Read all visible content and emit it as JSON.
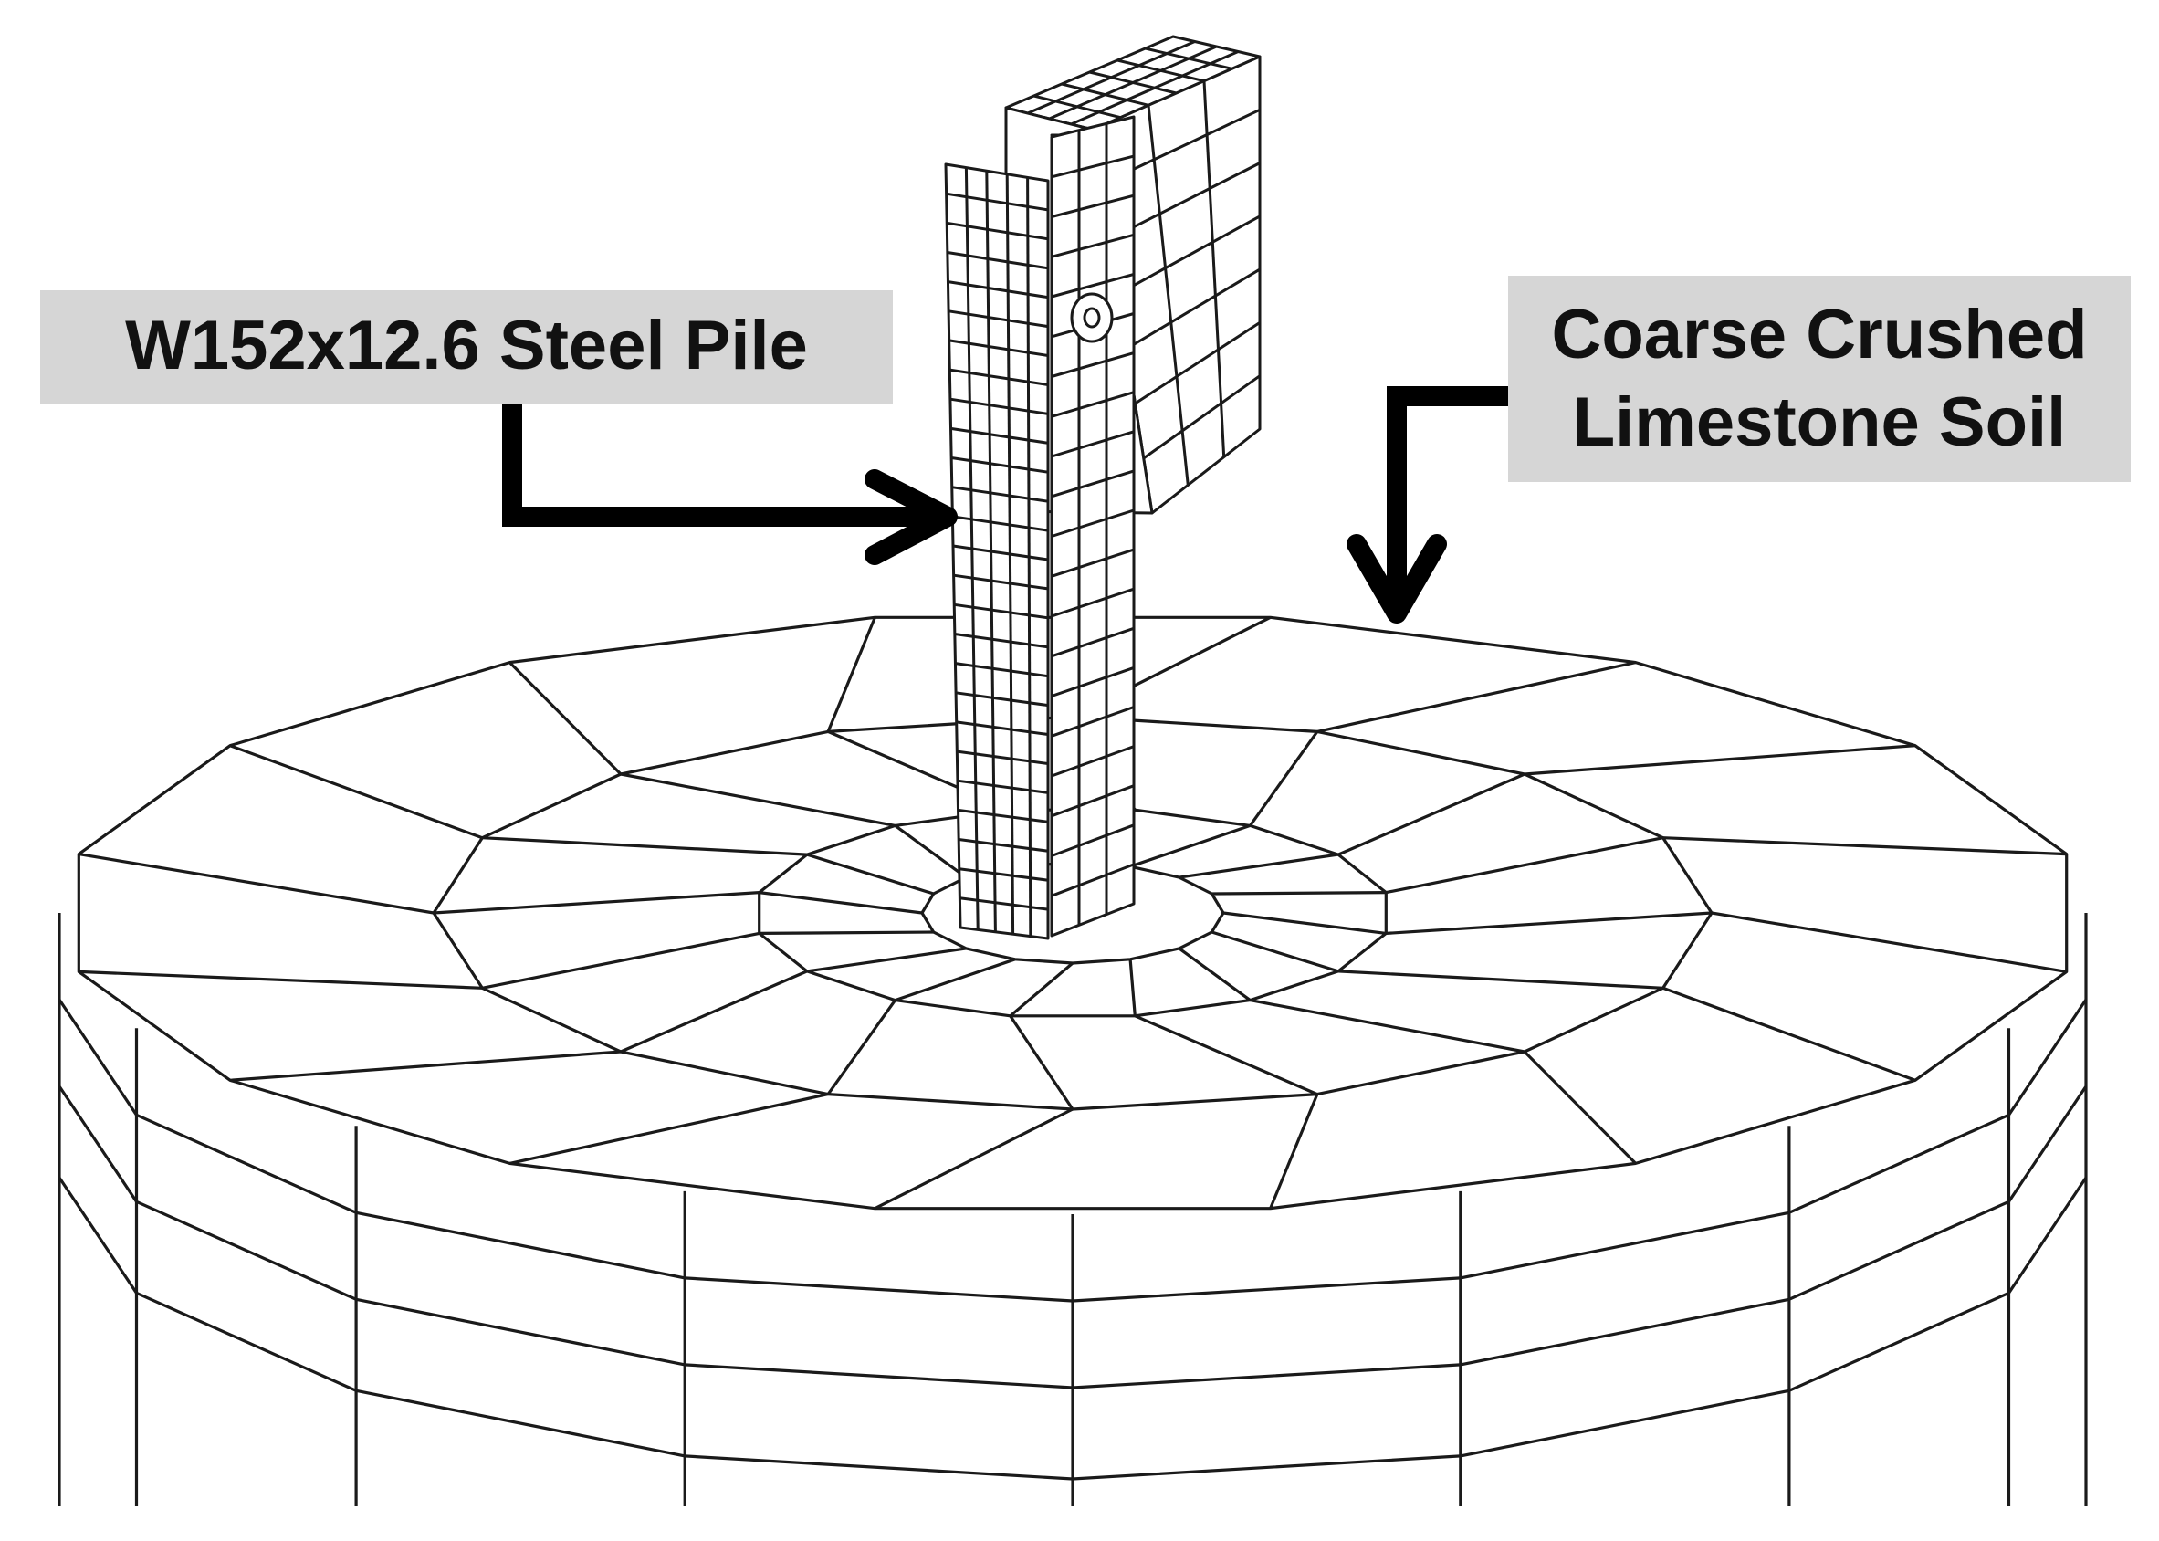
{
  "labels": {
    "pile": "W152x12.6 Steel Pile",
    "soil_line1": "Coarse Crushed",
    "soil_line2": "Limestone Soil"
  },
  "colors": {
    "mesh": "#1a1a1a",
    "label_box": "#d6d6d6",
    "arrow": "#000000",
    "background": "#ffffff"
  }
}
